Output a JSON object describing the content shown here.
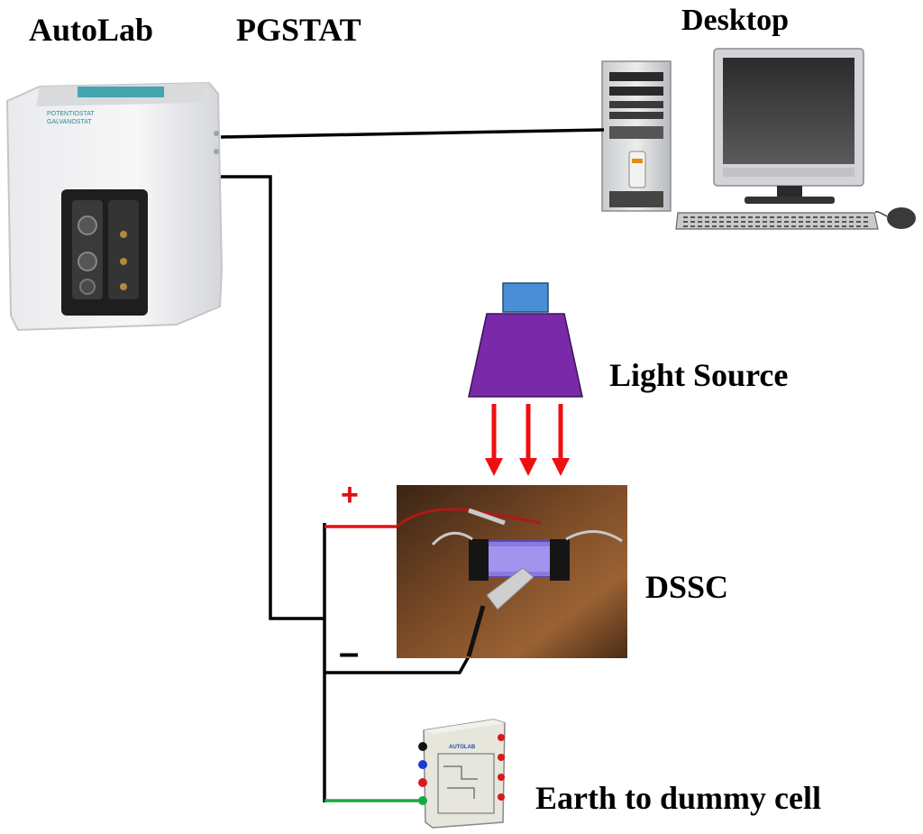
{
  "labels": {
    "autolab": "AutoLab",
    "pgstat": "PGSTAT",
    "desktop": "Desktop",
    "light_source": "Light Source",
    "dssc": "DSSC",
    "earth": "Earth to dummy cell"
  },
  "polarity": {
    "positive": "+",
    "negative": "–"
  },
  "device_text": {
    "autolab_panel_line1": "POTENTIOSTAT",
    "autolab_panel_line2": "GALVANOSTAT",
    "dummy_cell_label": "AUTOLAB"
  },
  "colors": {
    "positive_wire": "#e01010",
    "negative_wire": "#000000",
    "earth_wire": "#1aa843",
    "light_beam": "#ee1010",
    "lamp_body": "#7a2aa8",
    "lamp_cap": "#4a8fd6"
  }
}
